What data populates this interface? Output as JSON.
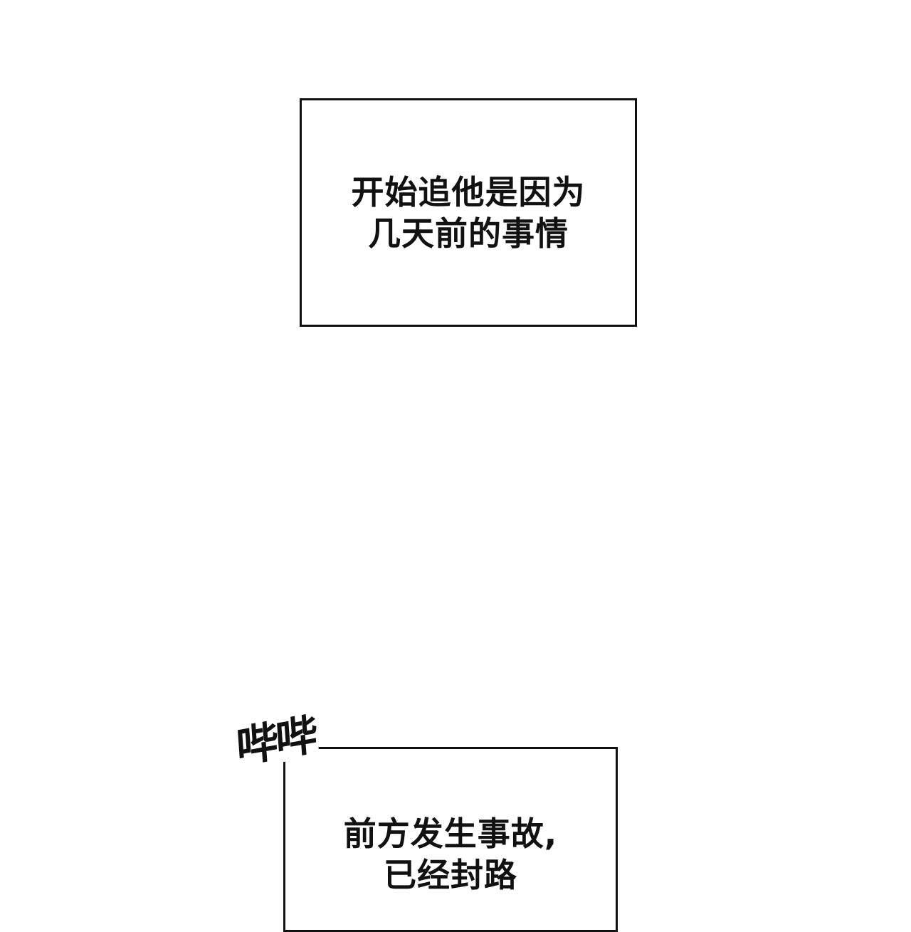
{
  "panels": {
    "top_caption": {
      "lines": [
        "开始追他是因为",
        "几天前的事情"
      ]
    },
    "bottom_caption": {
      "lines": [
        "前方发生事故,",
        "已经封路"
      ]
    },
    "sound_effect": "哔哔"
  },
  "colors": {
    "background": "#ffffff",
    "ink": "#111111"
  }
}
